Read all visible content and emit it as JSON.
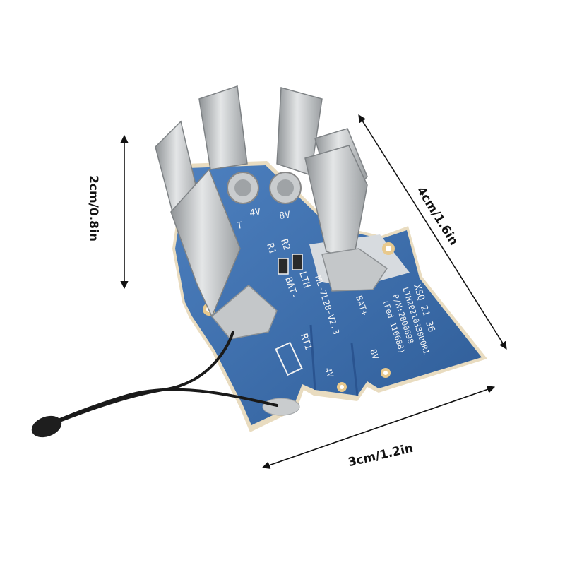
{
  "dimensions": {
    "height_label": "2cm/0.8in",
    "length_label": "4cm/1.6in",
    "width_label": "3cm/1.2in"
  },
  "pcb": {
    "color": "#3f6fae",
    "top_labels": {
      "t": "T",
      "v4": "4V",
      "v8": "8V"
    },
    "resistor_labels": {
      "r2": "R2",
      "r1": "R1"
    },
    "silk_mid": [
      "LTH",
      "BAT-",
      "ML-7L28-V2.3"
    ],
    "code_lines": [
      "XSQ 21 36",
      "LTH20210330D0R1",
      "P/N:2800698",
      "(Fed 116688)",
      "BAT+"
    ],
    "bottom_labels": {
      "rt1": "RT1",
      "v4": "4V",
      "v8": "8V"
    }
  },
  "colors": {
    "metal": "#c9ccce",
    "board_edge": "#e9dcc0",
    "wire": "#1a1a1a"
  }
}
